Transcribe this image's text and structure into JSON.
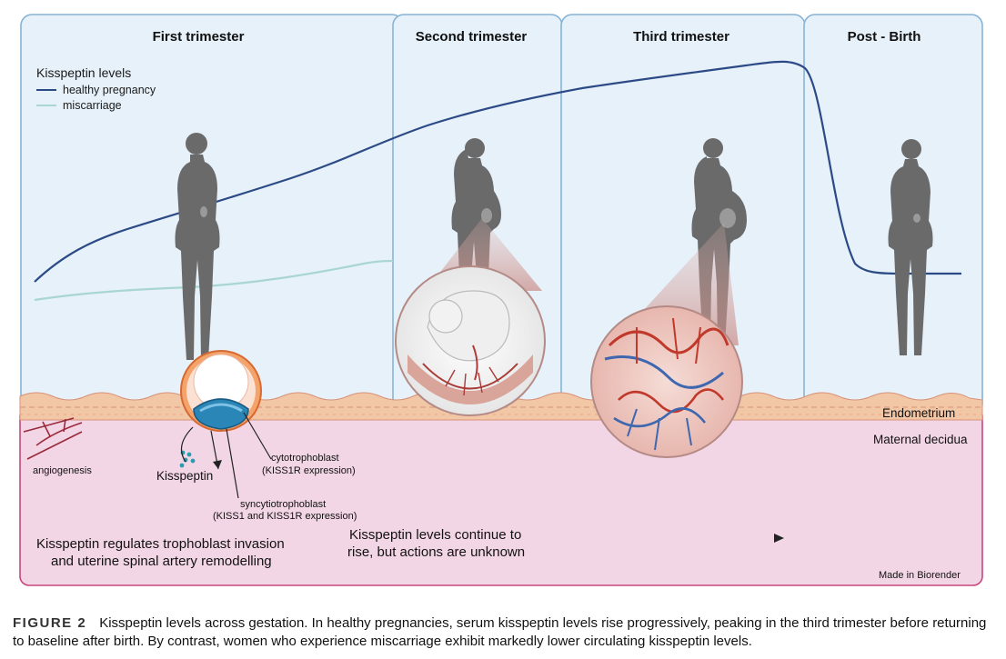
{
  "trimesters": [
    "First trimester",
    "Second trimester",
    "Third trimester",
    "Post - Birth"
  ],
  "legend": {
    "title": "Kisspeptin levels",
    "items": [
      {
        "label": "healthy pregnancy",
        "color": "#2c4a86"
      },
      {
        "label": "miscarriage",
        "color": "#a9d6d0"
      }
    ]
  },
  "tissue_labels": {
    "endometrium": "Endometrium",
    "maternal_decidua": "Maternal decidua"
  },
  "cell_labels": {
    "angiogenesis": "angiogenesis",
    "kisspeptin": "Kisspeptin",
    "cytotrophoblast_1": "cytotrophoblast",
    "cytotrophoblast_2": "(KISS1R expression)",
    "syncytiotrophoblast_1": "syncytiotrophoblast",
    "syncytiotrophoblast_2": "(KISS1 and KISS1R expression)"
  },
  "notes": {
    "left_1": "Kisspeptin regulates trophoblast invasion",
    "left_2": "and uterine spinal artery remodelling",
    "right_1": "Kisspeptin levels continue to",
    "right_2": "rise, but actions are unknown"
  },
  "credit": "Made in Biorender",
  "caption": {
    "figure_number": "FIGURE 2",
    "text": "Kisspeptin levels across gestation. In healthy pregnancies, serum kisspeptin levels rise progressively, peaking in the third trimester before returning to baseline after birth. By contrast, women who experience miscarriage exhibit markedly lower circulating kisspeptin levels."
  },
  "colors": {
    "panel_fill": "#e6f1fa",
    "panel_border": "#86b3d6",
    "tissue": "#f3d6e6",
    "tissue_border": "#c8457e",
    "endometrium": "#f2c7a6",
    "silhouette": "#6a6a6a"
  }
}
